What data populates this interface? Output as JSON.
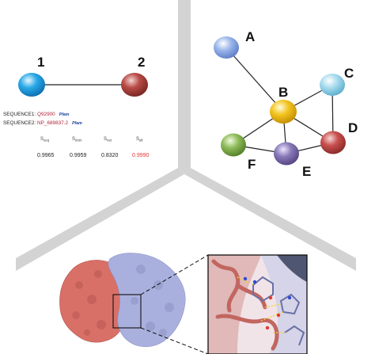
{
  "pair_panel": {
    "node1_label": "1",
    "node2_label": "2",
    "seq1_prefix": "SEQUENCE1: ",
    "seq1_id": "Q92900",
    "seq2_prefix": "SEQUENCE2: ",
    "seq2_id": "NP_689837.2",
    "pfam_label": "Pfam",
    "score_headers": [
      {
        "main": "S",
        "sub": "seq"
      },
      {
        "main": "S",
        "sub": "dom"
      },
      {
        "main": "S",
        "sub": "net"
      },
      {
        "main": "S",
        "sub": "all"
      }
    ],
    "score_values": [
      "0.9965",
      "0.9959",
      "0.8320",
      "0.9990"
    ],
    "highlight_color": "#e53935"
  },
  "network_panel": {
    "nodes": [
      {
        "label": "A",
        "color": "#9cb7ea"
      },
      {
        "label": "B",
        "color": "#f3c521"
      },
      {
        "label": "C",
        "color": "#a9dcee"
      },
      {
        "label": "D",
        "color": "#c9504f"
      },
      {
        "label": "E",
        "color": "#8a79b8"
      },
      {
        "label": "F",
        "color": "#8fbc5a"
      }
    ],
    "edges": [
      [
        "A",
        "B"
      ],
      [
        "B",
        "C"
      ],
      [
        "C",
        "D"
      ],
      [
        "B",
        "D"
      ],
      [
        "B",
        "E"
      ],
      [
        "B",
        "F"
      ],
      [
        "F",
        "E"
      ],
      [
        "E",
        "D"
      ]
    ]
  },
  "structure_panel": {
    "protein_a_color": "#d87068",
    "protein_b_color": "#aab0de"
  },
  "colors": {
    "divider": "#d3d3d3",
    "node1": "#29a9e8",
    "node2": "#b84a45"
  }
}
